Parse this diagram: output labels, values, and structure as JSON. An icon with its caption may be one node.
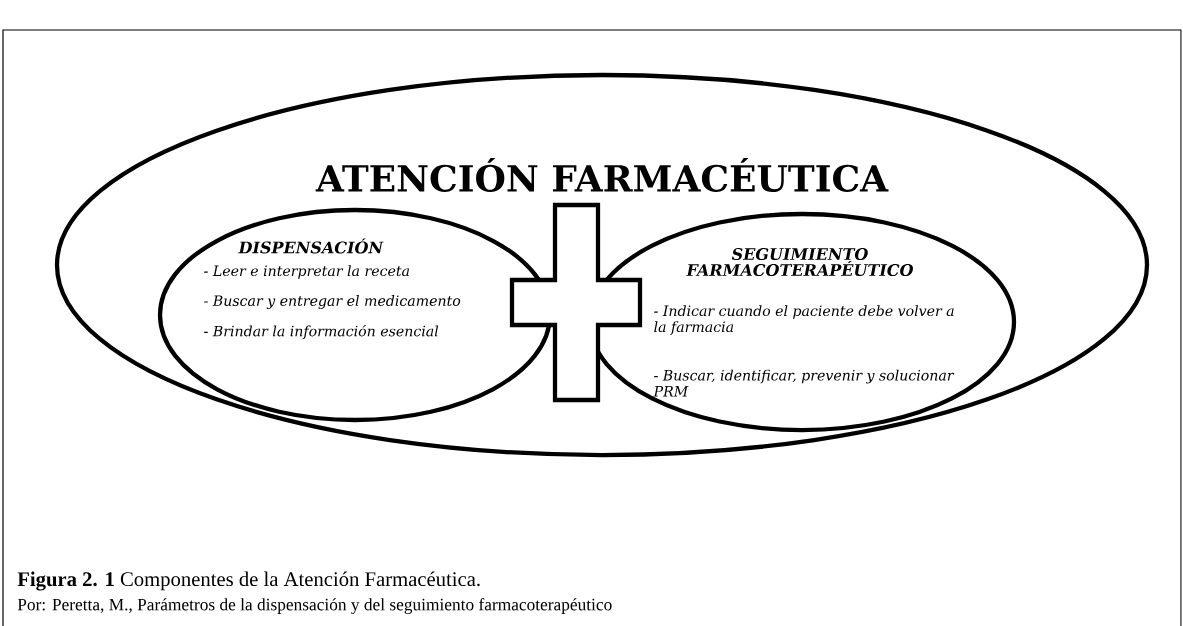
{
  "diagram": {
    "caption": "**Figura 2. 1** Componentes de la Atención Farmacéutica.",
    "nodes": [
      {
        "text": [
          "ATENCIÓN  FARMACÉUTICA"
        ]
      },
      {
        "text": [
          "DISPENSACIÓN",
          "- Leer e interpretar la receta",
          "- Buscar y entregar el medicamento",
          "- Brindar la información esencial"
        ],
        "in": 0
      },
      {
        "text": [],
        "shape": "cross",
        "in": 0
      },
      {
        "text": [
          "SEGUIMIENTO FARMACOTERAPÉUTICO",
          "- Indicar cuando el paciente debe volver a la farmacia",
          "- Buscar, identificar, prevenir y solucionar PRM"
        ],
        "in": 0
      }
    ],
    "labels": [
      "Por: Peretta, M., Parámetros de la dispensación y del seguimiento farmacoterapéutico"
    ]
  }
}
